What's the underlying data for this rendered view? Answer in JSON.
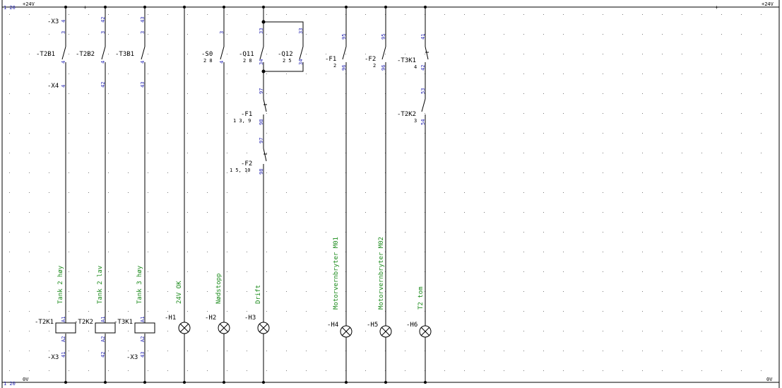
{
  "rails": {
    "top": {
      "page_ref": "1 20",
      "left_label": "+24V",
      "right_label": "+24V"
    },
    "bottom": {
      "page_ref": "1 20",
      "left_label": "0V",
      "right_label": "0V"
    }
  },
  "columns": [
    {
      "id": "c1",
      "contacts": [
        {
          "tag": "-X3",
          "terminal": true,
          "top_pin": "4",
          "bot_pin": ""
        },
        {
          "tag": "-T2B1",
          "top_pin": "3",
          "bot_pin": "4",
          "nc": false
        },
        {
          "tag": "-X4",
          "terminal": true,
          "top_pin": "4",
          "bot_pin": ""
        }
      ],
      "coil": {
        "tag": "-T2K1",
        "pin_top": "A1",
        "pin_bot": "A2",
        "desc": "Tank 2 høy"
      },
      "bottom_terminal": {
        "tag": "-X3",
        "pin": "41"
      }
    },
    {
      "id": "c2",
      "contacts": [
        {
          "tag": "",
          "terminal": true,
          "top_pin": "42",
          "bot_pin": ""
        },
        {
          "tag": "-T2B2",
          "top_pin": "3",
          "bot_pin": "4",
          "nc": false
        },
        {
          "tag": "",
          "terminal": true,
          "top_pin": "42",
          "bot_pin": ""
        }
      ],
      "coil": {
        "tag": "-T2K2",
        "pin_top": "A1",
        "pin_bot": "A2",
        "desc": "Tank 2 lav"
      },
      "bottom_terminal": {
        "tag": "",
        "pin": "42"
      }
    },
    {
      "id": "c3",
      "contacts": [
        {
          "tag": "",
          "terminal": true,
          "top_pin": "43",
          "bot_pin": ""
        },
        {
          "tag": "-T3B1",
          "top_pin": "3",
          "bot_pin": "4",
          "nc": false
        },
        {
          "tag": "",
          "terminal": true,
          "top_pin": "43",
          "bot_pin": ""
        }
      ],
      "coil": {
        "tag": "-T3K1",
        "pin_top": "A1",
        "pin_bot": "A2",
        "desc": "Tank 3 høy"
      },
      "bottom_terminal": {
        "tag": "-X3",
        "pin": "43"
      }
    },
    {
      "id": "c4",
      "lamp": {
        "tag": "-H1",
        "desc": "24V OK"
      }
    },
    {
      "id": "c5",
      "contacts": [
        {
          "tag": "-S0",
          "sub": "2 8",
          "top_pin": "3",
          "bot_pin": "4",
          "nc": false
        }
      ],
      "lamp": {
        "tag": "-H2",
        "desc": "Nødstopp"
      }
    },
    {
      "id": "c6",
      "contacts": [
        {
          "tag": "-Q11",
          "sub": "2 8",
          "top_pin": "33",
          "bot_pin": "34",
          "nc": false
        },
        {
          "tag": "-Q12",
          "sub": "2 5",
          "top_pin": "33",
          "bot_pin": "34",
          "nc": false
        },
        {
          "tag": "-F1",
          "sub": "1 3, 9",
          "top_pin": "97",
          "bot_pin": "98",
          "nc": true
        },
        {
          "tag": "-F2",
          "sub": "1 5, 10",
          "top_pin": "97",
          "bot_pin": "98",
          "nc": true
        }
      ],
      "lamp": {
        "tag": "-H3",
        "desc": "Drift"
      }
    },
    {
      "id": "c7",
      "contacts": [
        {
          "tag": "-F1",
          "sub": "2",
          "top_pin": "95",
          "bot_pin": "96",
          "nc": true
        }
      ],
      "lamp": {
        "tag": "-H4",
        "desc": "Motorvernbryter M01"
      }
    },
    {
      "id": "c8",
      "contacts": [
        {
          "tag": "-F2",
          "sub": "2",
          "top_pin": "95",
          "bot_pin": "96",
          "nc": true
        }
      ],
      "lamp": {
        "tag": "-H5",
        "desc": "Motorvernbryter M02"
      }
    },
    {
      "id": "c9",
      "contacts": [
        {
          "tag": "-T3K1",
          "sub": "4",
          "top_pin": "41",
          "bot_pin": "42",
          "nc": true
        },
        {
          "tag": "-T2K2",
          "sub": "3",
          "top_pin": "53",
          "bot_pin": "54",
          "nc": false
        }
      ],
      "lamp": {
        "tag": "-H6",
        "desc": "T2 tom"
      }
    }
  ]
}
